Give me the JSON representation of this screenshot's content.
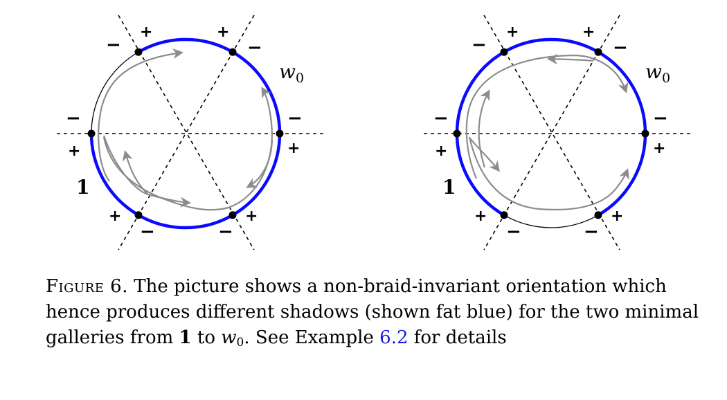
{
  "diagrams": [
    {
      "id": "left",
      "label_start": "1",
      "label_end_main": "w",
      "label_end_sub": "0",
      "wall_signs": [
        {
          "text": "+",
          "kind": "plus"
        },
        {
          "text": "+",
          "kind": "plus"
        },
        {
          "text": "−",
          "kind": "minus"
        },
        {
          "text": "−",
          "kind": "minus"
        },
        {
          "text": "−",
          "kind": "minus"
        },
        {
          "text": "+",
          "kind": "plus"
        },
        {
          "text": "−",
          "kind": "minus"
        },
        {
          "text": "+",
          "kind": "plus"
        },
        {
          "text": "+",
          "kind": "plus"
        },
        {
          "text": "−",
          "kind": "minus"
        },
        {
          "text": "+",
          "kind": "plus"
        },
        {
          "text": "−",
          "kind": "minus"
        }
      ]
    },
    {
      "id": "right",
      "label_start": "1",
      "label_end_main": "w",
      "label_end_sub": "0",
      "wall_signs": [
        {
          "text": "+",
          "kind": "plus"
        },
        {
          "text": "+",
          "kind": "plus"
        },
        {
          "text": "−",
          "kind": "minus"
        },
        {
          "text": "−",
          "kind": "minus"
        },
        {
          "text": "−",
          "kind": "minus"
        },
        {
          "text": "+",
          "kind": "plus"
        },
        {
          "text": "−",
          "kind": "minus"
        },
        {
          "text": "+",
          "kind": "plus"
        },
        {
          "text": "+",
          "kind": "plus"
        },
        {
          "text": "−",
          "kind": "minus"
        },
        {
          "text": "+",
          "kind": "plus"
        },
        {
          "text": "−",
          "kind": "minus"
        }
      ]
    }
  ],
  "colors": {
    "shadow_arc": "#0a0aff",
    "gallery_path": "#8c8c8c",
    "wall_line": "#000000",
    "vertex": "#000000",
    "link": "#1a1adb"
  },
  "caption": {
    "prefix": "Figure 6.",
    "part1": " The picture shows a non-braid-invariant orientation which hence produces different shadows (shown fat blue) for the two minimal galleries from ",
    "bold_one": "1",
    "part2": " to ",
    "w_main": "w",
    "w_sub": "0",
    "part3": ". See Example ",
    "ref": "6.2",
    "part4": " for details"
  }
}
